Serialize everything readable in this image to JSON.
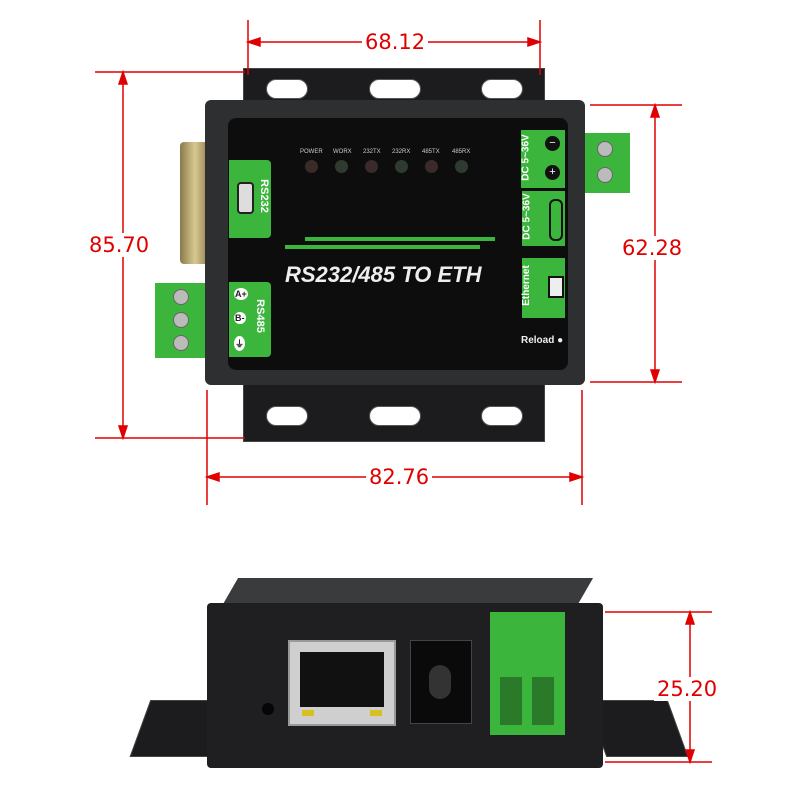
{
  "dimensions": {
    "top_width": "68.12",
    "left_height": "85.70",
    "right_height": "62.28",
    "bottom_width": "82.76",
    "side_height": "25.20"
  },
  "panel": {
    "title": "RS232/485 TO ETH",
    "leds": [
      "POWER",
      "WORX",
      "232TX",
      "232RX",
      "485TX",
      "485RX"
    ],
    "rs232_label": "RS232",
    "rs485_label": "RS485",
    "rs485_pins": [
      "A+",
      "B-",
      "⏚"
    ],
    "dc_label_1": "DC 5~36V",
    "dc_label_2": "DC 5~36V",
    "dc_pins": [
      "−",
      "+"
    ],
    "ethernet_label": "Ethernet",
    "reload_label": "Reload ●"
  },
  "colors": {
    "dimension": "#e00000",
    "accent": "#3bb53b",
    "body": "#1c1c1e"
  }
}
